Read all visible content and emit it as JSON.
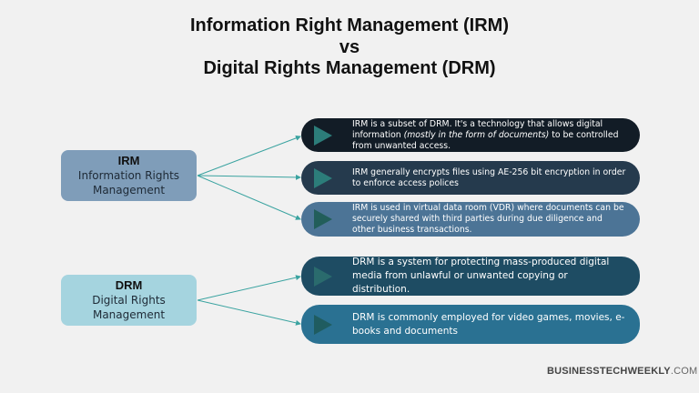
{
  "title": {
    "line1": "Information Right Management (IRM)",
    "line2": "vs",
    "line3": "Digital Rights Management (DRM)"
  },
  "irm": {
    "abbr": "IRM",
    "name_line1": "Information Rights",
    "name_line2": "Management",
    "color": "#7f9db9",
    "points": [
      {
        "pre": "IRM is a subset of DRM. It's a technology that allows digital information ",
        "italic": "(mostly in the form of documents)",
        "post": " to be controlled from unwanted access.",
        "color": "#121c26"
      },
      {
        "text": "IRM generally encrypts files using AE-256 bit encryption in order to enforce access polices",
        "color": "#253a4d"
      },
      {
        "text": "IRM is used in virtual data room (VDR) where documents can be securely shared with third parties during due diligence and other business transactions.",
        "color": "#4c7496"
      }
    ]
  },
  "drm": {
    "abbr": "DRM",
    "name_line1": "Digital Rights",
    "name_line2": "Management",
    "color": "#a5d4df",
    "points": [
      {
        "text": "DRM is a system for protecting mass-produced digital media from unlawful or unwanted copying or distribution.",
        "color": "#1e4c63"
      },
      {
        "text": "DRM is commonly employed for video games, movies, e-books and documents",
        "color": "#2a7192"
      }
    ]
  },
  "connector_color": "#3aa3a0",
  "brand": {
    "bold": "BUSINESSTECHWEEKLY",
    "suffix": ".COM"
  }
}
